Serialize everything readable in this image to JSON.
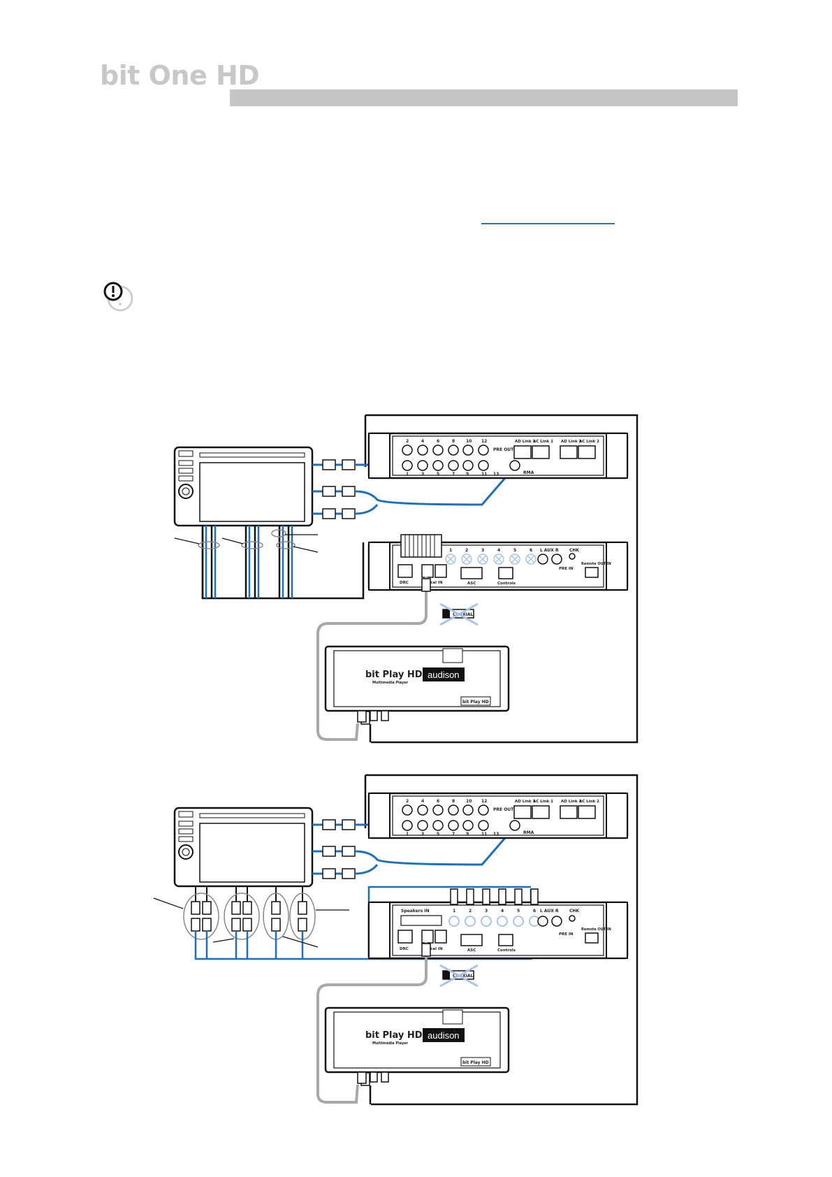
{
  "header": {
    "logo_text": "bit One HD",
    "bar_color": "#c6c6c6"
  },
  "warning": {
    "icon": "exclamation-circle-icon"
  },
  "colors": {
    "cable_blue": "#1b6fc0",
    "cable_gray": "#a8a8a8",
    "outline": "#111111",
    "logo": "#c8c8c8"
  },
  "diagram": {
    "bit_one": {
      "top_channels": [
        "2",
        "4",
        "6",
        "8",
        "10",
        "12"
      ],
      "bottom_channels": [
        "1",
        "3",
        "5",
        "7",
        "9",
        "11",
        "13"
      ],
      "pre_out": "PRE OUT",
      "ad_link_1": "AD Link 1",
      "ac_link_1": "AC Link 1",
      "ad_link_2": "AD Link 2",
      "ac_link_2": "AC Link 2",
      "rma": "RMA"
    },
    "input_panel_1": {
      "channels": [
        "1",
        "2",
        "3",
        "4",
        "5",
        "6"
      ],
      "aux": "L   AUX   R",
      "chk": "CHK",
      "drc": "DRC",
      "optical_in": "Optical IN",
      "asc": "ASC",
      "controls": "Controls",
      "pre_in": "PRE IN",
      "remote_out": "Remote OUT IN"
    },
    "input_panel_2": {
      "speakers_in": "Speakers IN",
      "channels": [
        "1",
        "2",
        "3",
        "4",
        "5",
        "6"
      ],
      "aux": "L   AUX   R",
      "chk": "CHK",
      "drc": "DRC",
      "optical_in": "Optical IN",
      "asc": "ASC",
      "controls": "Controls",
      "pre_in": "PRE IN",
      "remote_out": "Remote OUT IN"
    },
    "coaxial_label": "COAXIAL",
    "bit_play": {
      "name": "bit Play HD",
      "subtitle": "Multimedia Player",
      "brand": "audison",
      "model_badge": "bit Play HD"
    }
  }
}
